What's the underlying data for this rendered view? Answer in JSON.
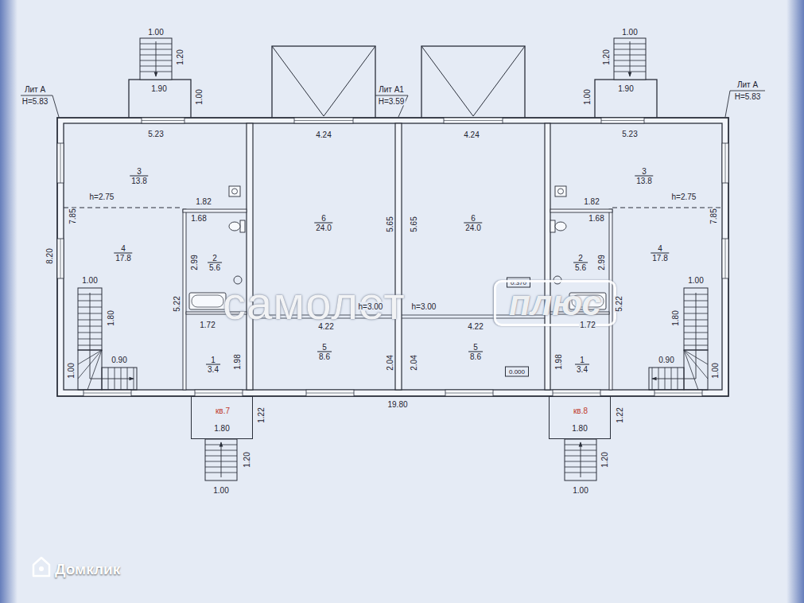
{
  "diagram": {
    "nodes": [
      {
        "text": [
          "3",
          "13.8"
        ]
      },
      {
        "text": [
          "4",
          "17.8"
        ]
      },
      {
        "text": [
          "2",
          "5.6"
        ]
      },
      {
        "text": [
          "1",
          "3.4"
        ]
      },
      {
        "text": [
          "6",
          "24.0"
        ]
      },
      {
        "text": [
          "5",
          "8.6"
        ]
      },
      {
        "text": [
          "6",
          "24.0"
        ]
      },
      {
        "text": [
          "5",
          "8.6"
        ]
      },
      {
        "text": [
          "3",
          "13.8"
        ]
      },
      {
        "text": [
          "2",
          "5.6"
        ]
      },
      {
        "text": [
          "4",
          "17.8"
        ]
      },
      {
        "text": [
          "1",
          "3.4"
        ]
      },
      {
        "text": [
          "кв.7"
        ]
      },
      {
        "text": [
          "кв.8"
        ]
      },
      {
        "text": [
          "0.370"
        ],
        "in": 6
      },
      {
        "text": [
          "0.000"
        ],
        "in": 7
      }
    ],
    "labels": [
      "Лит А",
      "Н=5.83",
      "Лит А1",
      "Н=3.59",
      "Лит А",
      "Н=5.83",
      "1.00",
      "1.20",
      "1.90",
      "1.00",
      "5.23",
      "h=2.75",
      "1.82",
      "1.68",
      "7.85",
      "8.20",
      "2.99",
      "5.22",
      "1.00",
      "1.80",
      "0.90",
      "1.72",
      "1.98",
      "1.00",
      "4.24",
      "5.65",
      "h=3.00",
      "4.22",
      "2.04",
      "1.00",
      "1.20",
      "1.90",
      "1.00",
      "4.24",
      "5.65",
      "h=3.00",
      "4.22",
      "2.04",
      "5.23",
      "1.82",
      "1.68",
      "h=2.75",
      "7.85",
      "2.99",
      "5.22",
      "1.00",
      "1.80",
      "0.90",
      "1.72",
      "1.98",
      "1.00",
      "19.80",
      "1.22",
      "1.80",
      "1.20",
      "1.00",
      "1.22",
      "1.80",
      "1.20",
      "1.00",
      "самолет",
      "плюс",
      "Домклик"
    ]
  }
}
